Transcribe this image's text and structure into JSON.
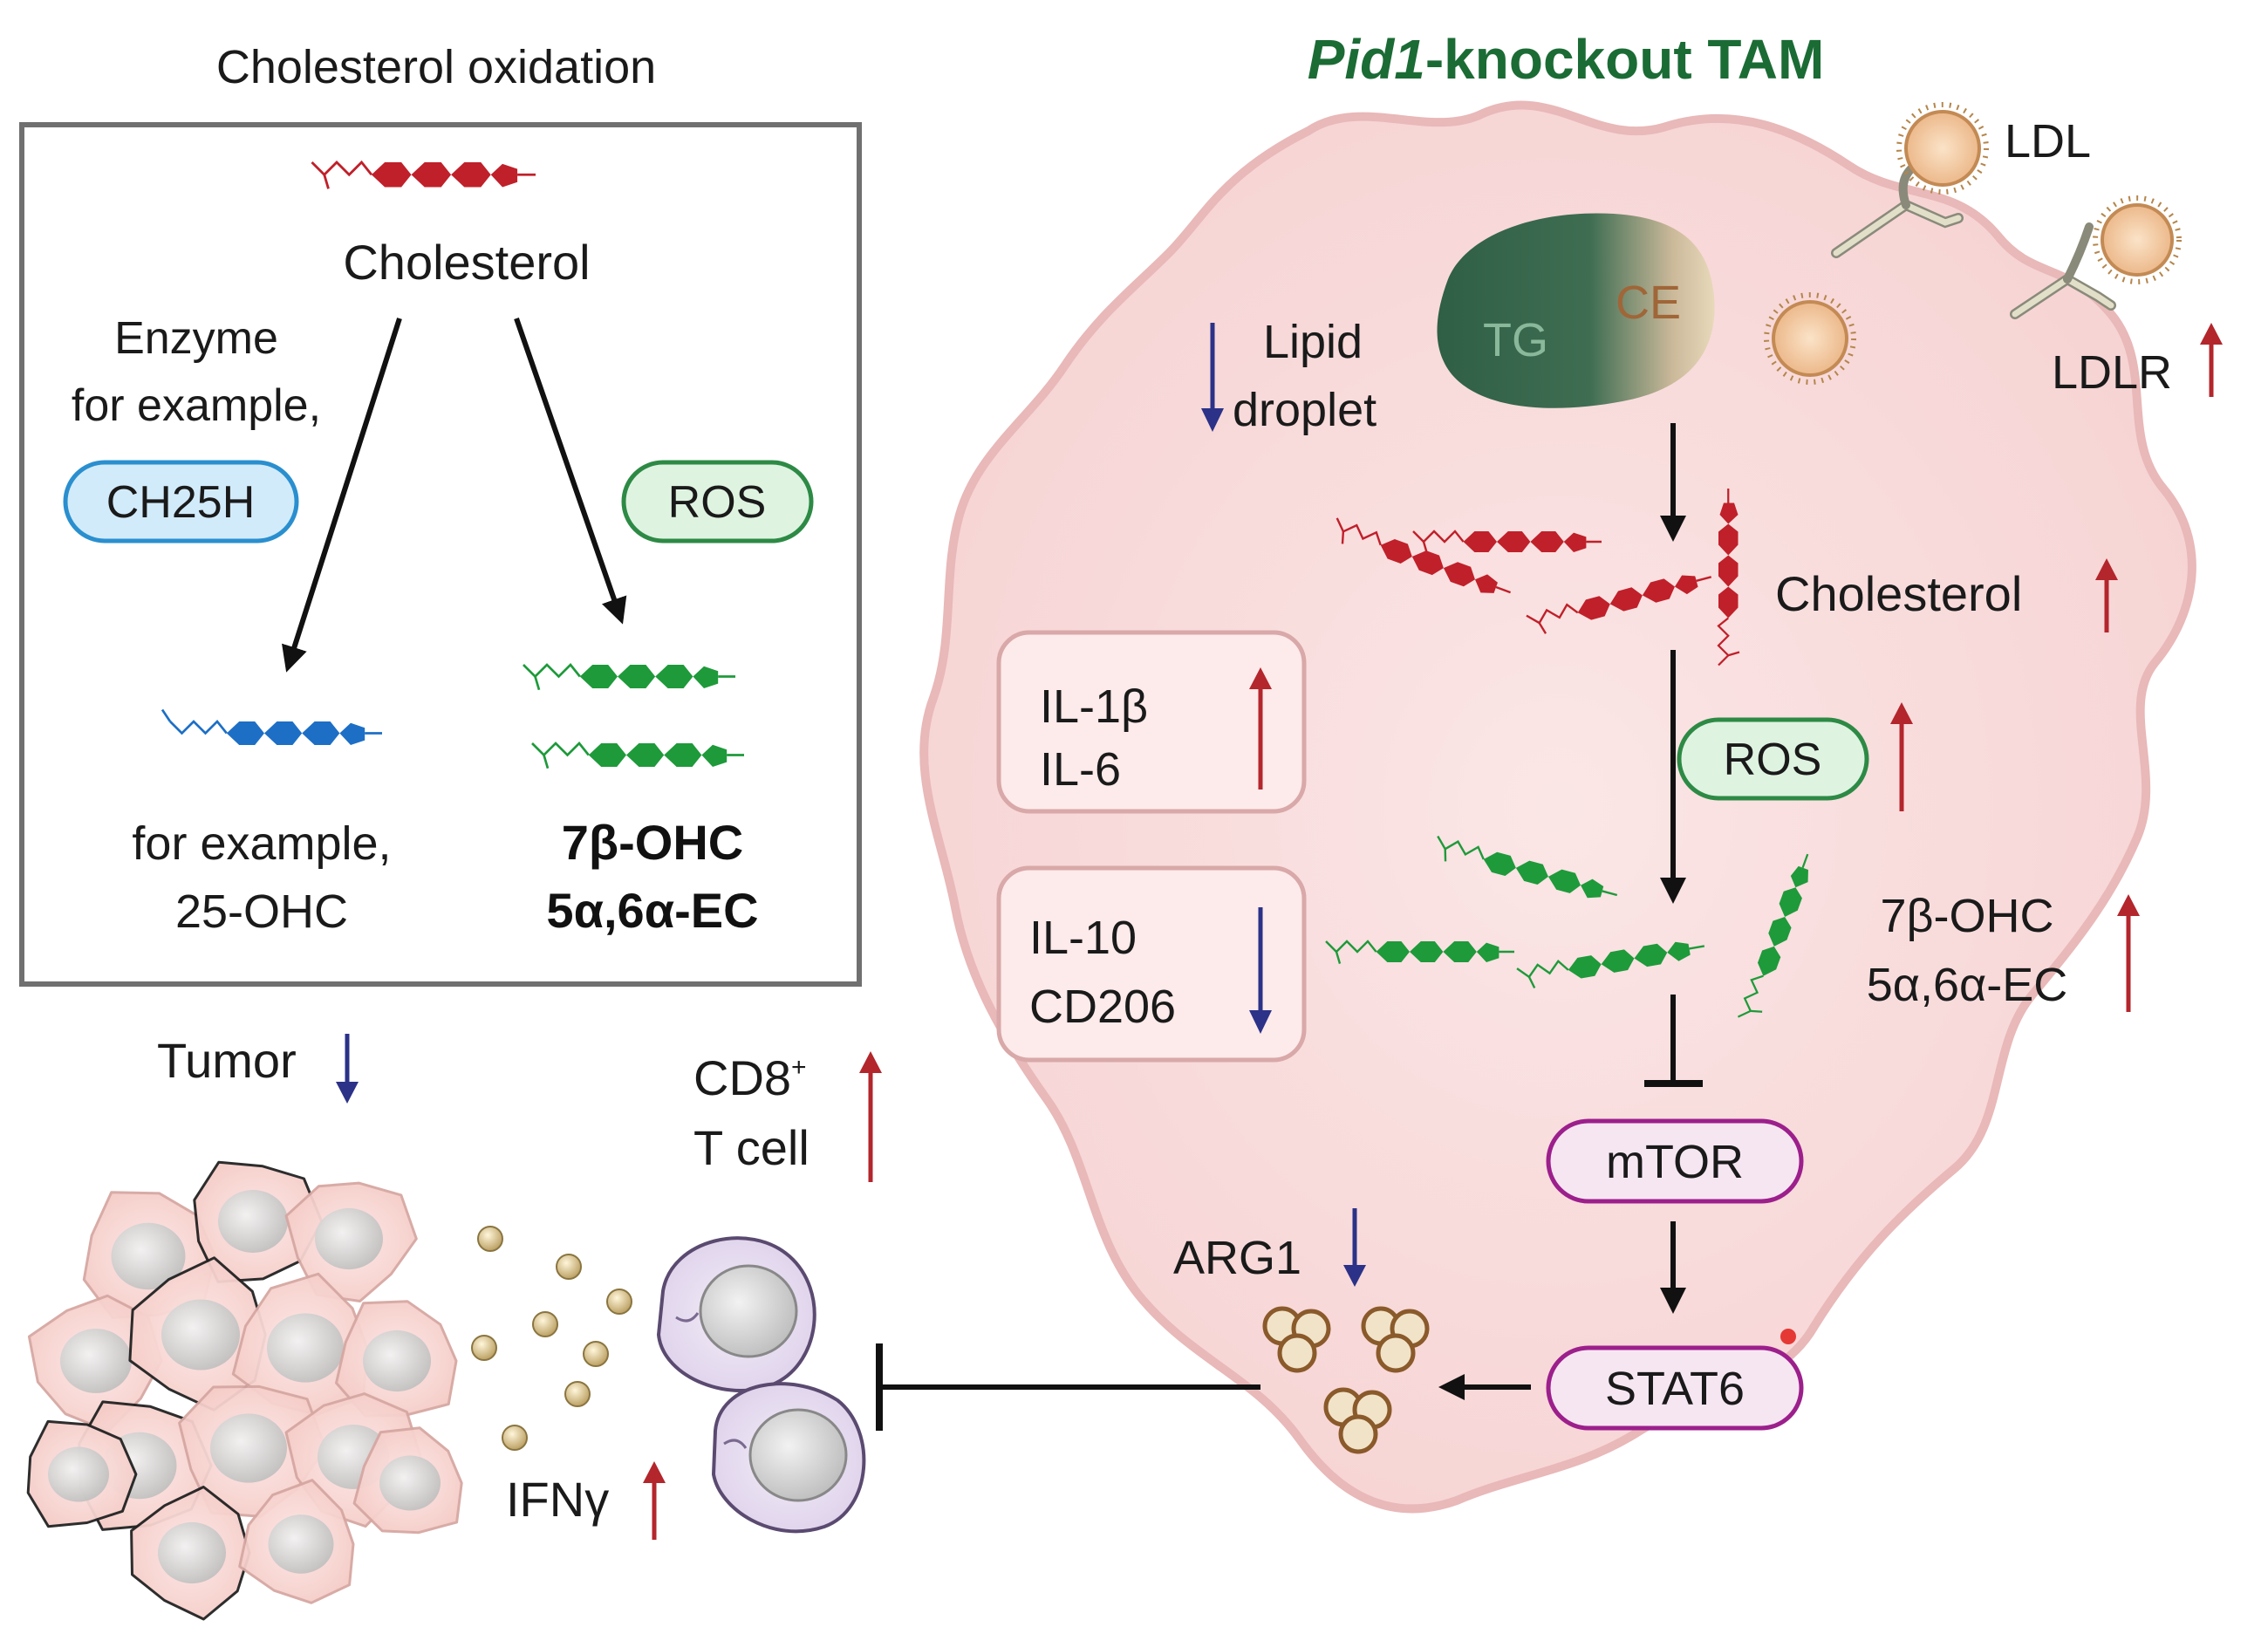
{
  "colors": {
    "cell_fill": "#f8dada",
    "cell_stroke": "#e7b6b6",
    "cholesterol_red": "#c0202a",
    "oxysterol_green": "#1e9a3a",
    "oh25_blue": "#1d6fc6",
    "title_green": "#1b6b35",
    "up_arrow": "#b3262c",
    "down_arrow": "#2b3288",
    "ros_stroke": "#2d8a45",
    "ch25h_stroke": "#2a8fcf",
    "mtor_stroke": "#9c1f8c",
    "box_stroke": "#707070"
  },
  "left_panel": {
    "title": "Cholesterol oxidation",
    "cholesterol_label": "Cholesterol",
    "enzyme_line1": "Enzyme",
    "enzyme_line2": "for example,",
    "ch25h_label": "CH25H",
    "ros_label": "ROS",
    "product_left_line1": "for example,",
    "product_left_line2": "25-OHC",
    "product_right_line1": "7β-OHC",
    "product_right_line2": "5α,6α-EC"
  },
  "tam": {
    "title_italic": "Pid1",
    "title_rest": "-knockout TAM",
    "ldl_label": "LDL",
    "ldlr_label": "LDLR",
    "tg_label": "TG",
    "ce_label": "CE",
    "lipid_line1": "Lipid",
    "lipid_line2": "droplet",
    "cholesterol_label": "Cholesterol",
    "ros_label": "ROS",
    "il1b": "IL-1β",
    "il6": "IL-6",
    "il10": "IL-10",
    "cd206": "CD206",
    "oxy_line1": "7β-OHC",
    "oxy_line2": "5α,6α-EC",
    "mtor": "mTOR",
    "stat6": "STAT6",
    "arg1": "ARG1"
  },
  "tumor_side": {
    "tumor_label": "Tumor",
    "cd8_line1": "CD8",
    "cd8_sup": "+",
    "cd8_line2": "T cell",
    "ifng": "IFNγ"
  }
}
